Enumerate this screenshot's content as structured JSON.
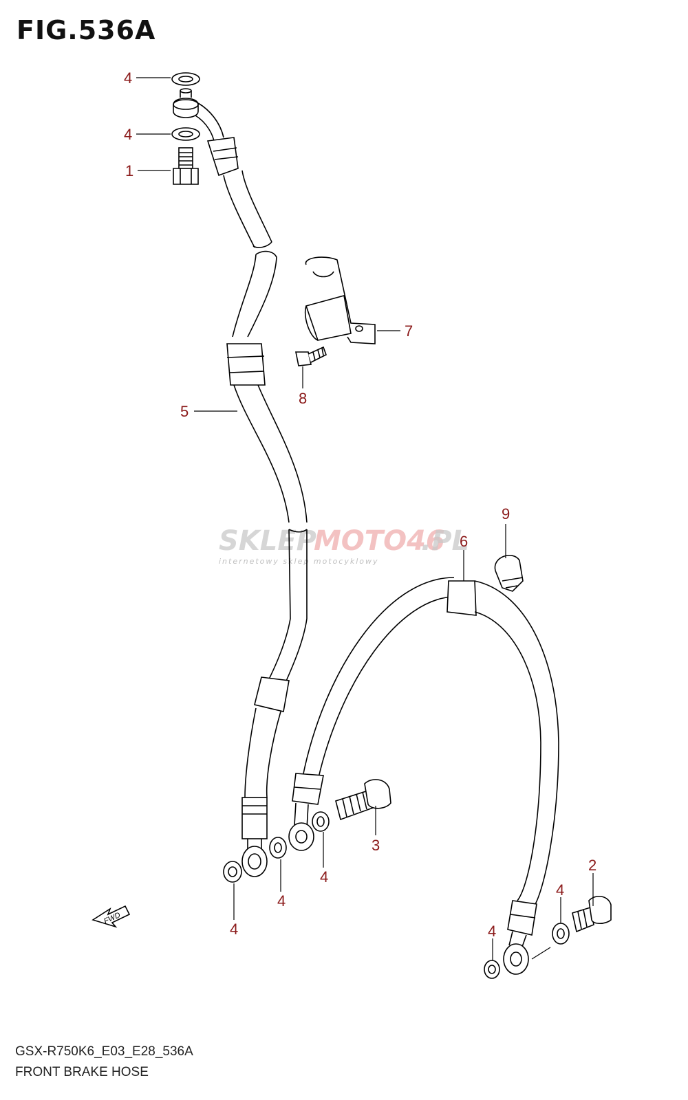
{
  "figure": {
    "title": "FIG.536A",
    "model_code": "GSX-R750K6_E03_E28_536A",
    "caption": "FRONT BRAKE HOSE"
  },
  "watermark": {
    "brand_gray": "SKLEP",
    "brand_red": "MOTO46",
    "brand_tld": ".PL",
    "tagline": "internetowy sklep motocyklowy"
  },
  "direction_marker": "FWD",
  "callouts": [
    {
      "id": "c4a",
      "label": "4"
    },
    {
      "id": "c4b",
      "label": "4"
    },
    {
      "id": "c1",
      "label": "1"
    },
    {
      "id": "c7",
      "label": "7"
    },
    {
      "id": "c8",
      "label": "8"
    },
    {
      "id": "c5",
      "label": "5"
    },
    {
      "id": "c9",
      "label": "9"
    },
    {
      "id": "c6",
      "label": "6"
    },
    {
      "id": "c3",
      "label": "3"
    },
    {
      "id": "c4c",
      "label": "4"
    },
    {
      "id": "c4d",
      "label": "4"
    },
    {
      "id": "c4e",
      "label": "4"
    },
    {
      "id": "c2",
      "label": "2"
    },
    {
      "id": "c4f",
      "label": "4"
    },
    {
      "id": "c4g",
      "label": "4"
    }
  ],
  "colors": {
    "callout": "#8b1a1a",
    "line": "#000000"
  }
}
